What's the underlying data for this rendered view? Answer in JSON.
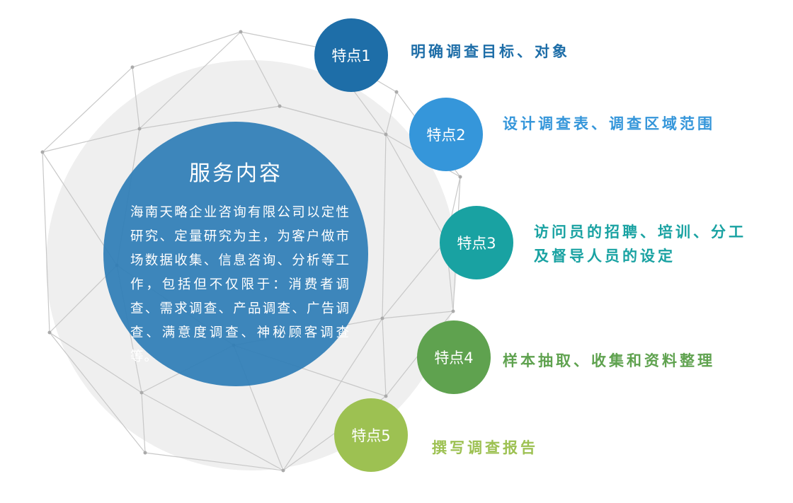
{
  "main": {
    "title": "服务内容",
    "body": "海南天略企业咨询有限公司以定性研究、定量研究为主，为客户做市场数据收集、信息咨询、分析等工作，包括但不仅限于：消费者调查、需求调查、产品调查、广告调查、满意度调查、神秘顾客调查等。"
  },
  "features": [
    {
      "label": "特点1",
      "text": "明确调查目标、对象",
      "color": "#1e6ea8"
    },
    {
      "label": "特点2",
      "text": "设计调查表、调查区域范围",
      "color": "#3596da"
    },
    {
      "label": "特点3",
      "text_line1": "访问员的招聘、培训、分工",
      "text_line2": "及督导人员的设定",
      "color": "#19a2a2"
    },
    {
      "label": "特点4",
      "text": "样本抽取、收集和资料整理",
      "color": "#5fa24f"
    },
    {
      "label": "特点5",
      "text": "撰写调查报告",
      "color": "#9dc152"
    }
  ]
}
